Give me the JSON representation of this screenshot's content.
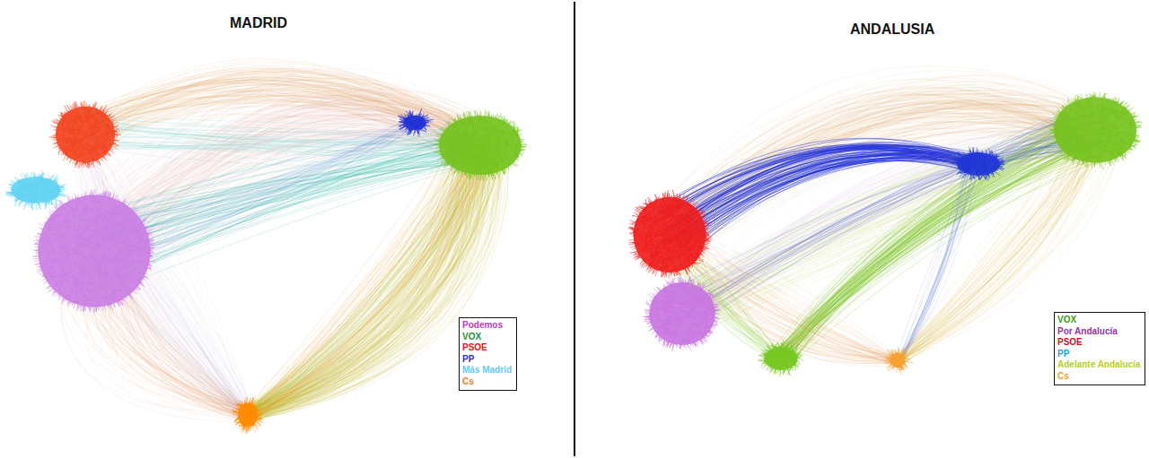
{
  "diagram": {
    "labels": [
      "MADRID",
      "ANDALUSIA"
    ],
    "legend": [
      {
        "text": "Podemos",
        "color": "#b340c6"
      },
      {
        "text": "VOX",
        "color": "#1f8f3a"
      },
      {
        "text": "PSOE",
        "color": "#e0141e"
      },
      {
        "text": "PP",
        "color": "#2233c4"
      },
      {
        "text": "Más Madrid",
        "color": "#6cc7ef"
      },
      {
        "text": "Cs",
        "color": "#ef7d1c"
      },
      {
        "text": "VOX",
        "color": "#3c9a22"
      },
      {
        "text": "Por Andalucía",
        "color": "#9a2fa8"
      },
      {
        "text": "PSOE",
        "color": "#d21020"
      },
      {
        "text": "PP",
        "color": "#1f9fe0"
      },
      {
        "text": "Adelante Andalucía",
        "color": "#b6cf1e"
      },
      {
        "text": "Cs",
        "color": "#f0a020"
      }
    ]
  }
}
